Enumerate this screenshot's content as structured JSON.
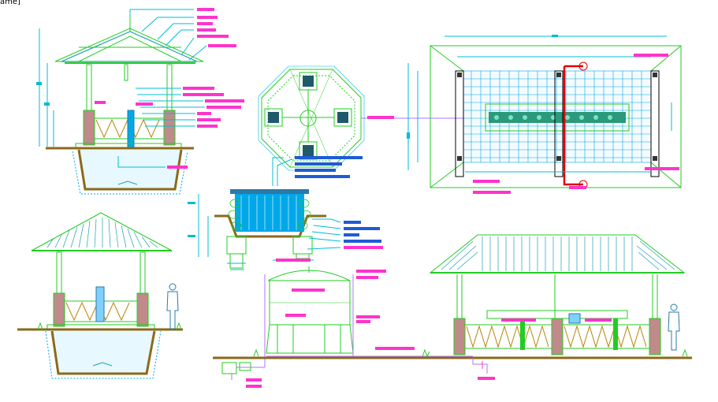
{
  "title_fragment": "ame]",
  "colors": {
    "outline": "#22cc22",
    "roof": "#1e9fb0",
    "dim": "#00bcd4",
    "label": "#ff33cc",
    "blue_label": "#1e5bd6",
    "earth": "#8a6a1a",
    "water": "#00a8e8",
    "red": "#e00000",
    "brick": "#c08a8a",
    "figure": "#2a7aa8"
  },
  "drawings": [
    "top-left-well-elevation",
    "octagon-well-plan",
    "well-section-detail",
    "tank-elevation",
    "large-pavilion-plan",
    "bottom-left-well-elevation",
    "large-pavilion-elevation"
  ]
}
